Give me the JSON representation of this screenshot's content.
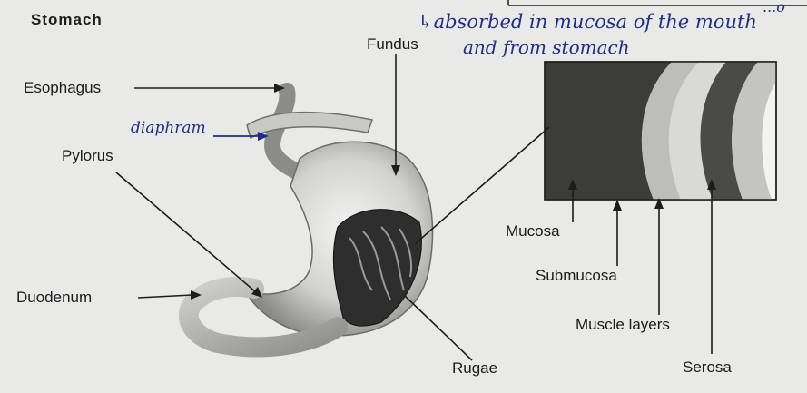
{
  "title": "Stomach",
  "handwritten": {
    "note_line1": "↳absorbed in mucosa of the mouth",
    "note_line2": "and from stomach",
    "note_cut": "...o",
    "diaphragm": "diaphram"
  },
  "labels": {
    "esophagus": "Esophagus",
    "fundus": "Fundus",
    "pylorus": "Pylorus",
    "duodenum": "Duodenum",
    "rugae": "Rugae",
    "mucosa": "Mucosa",
    "submucosa": "Submucosa",
    "muscle_layers": "Muscle layers",
    "serosa": "Serosa"
  },
  "colors": {
    "ink": "#1c1c1c",
    "pen": "#1f2d8a",
    "paper": "#e9e9e7"
  }
}
